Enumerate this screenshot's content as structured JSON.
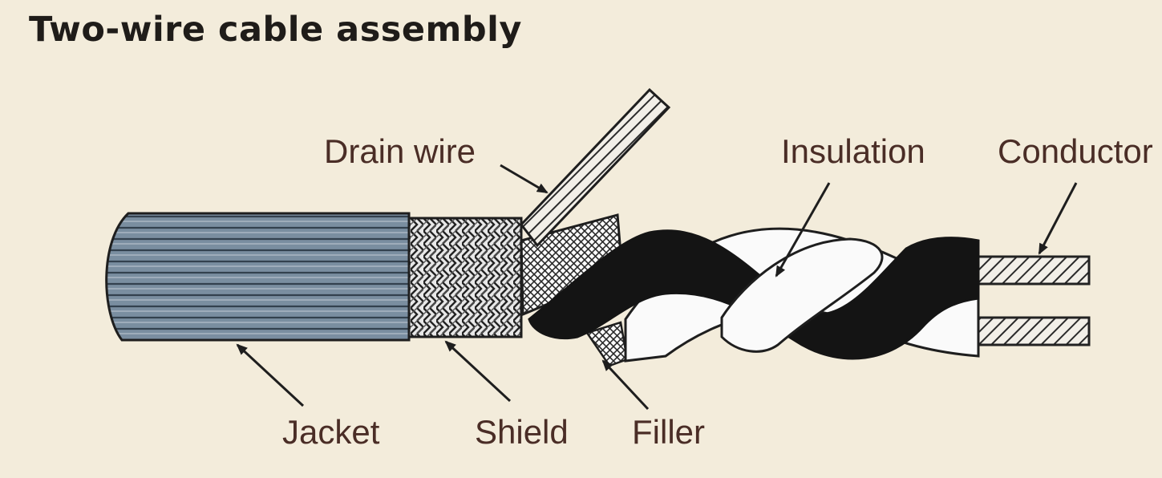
{
  "figure": {
    "title": "Two-wire cable assembly",
    "labels": {
      "drain_wire": "Drain wire",
      "insulation": "Insulation",
      "conductor": "Conductor",
      "jacket": "Jacket",
      "shield": "Shield",
      "filler": "Filler"
    }
  },
  "colors": {
    "background": "#f3ecdb",
    "jacket": "#6f8496",
    "jacket_stripes": "#3e4d5c",
    "outline": "#1e1e1e",
    "title_text": "#1f1c19",
    "label_text": "#4a2d26",
    "insulation_dark": "#141414",
    "insulation_light": "#fafafa"
  }
}
